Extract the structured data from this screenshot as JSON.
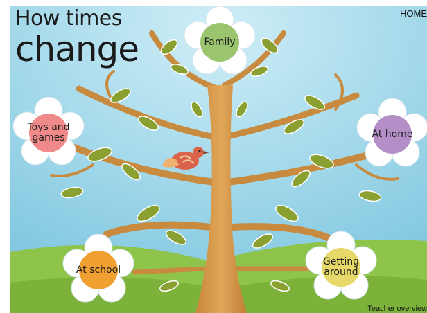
{
  "title": {
    "line1": "How times",
    "line2": "change"
  },
  "nav": {
    "home_label": "HOME"
  },
  "flowers": [
    {
      "id": "family",
      "label": "Family",
      "color": "#9bc46f"
    },
    {
      "id": "toys",
      "label": "Toys and\ngames",
      "color": "#f08a8a"
    },
    {
      "id": "home",
      "label": "At home",
      "color": "#b48ec6"
    },
    {
      "id": "school",
      "label": "At school",
      "color": "#f0a030"
    },
    {
      "id": "getting-around",
      "label": "Getting\naround",
      "color": "#e6d96a"
    }
  ],
  "footer": {
    "teacher_label": "Teacher overview"
  },
  "colors": {
    "sky": "#8ecfe4",
    "grass": "#8fc44a",
    "trunk": "#d79a4a",
    "leaf": "#8aa030",
    "bird": "#d9634a"
  }
}
